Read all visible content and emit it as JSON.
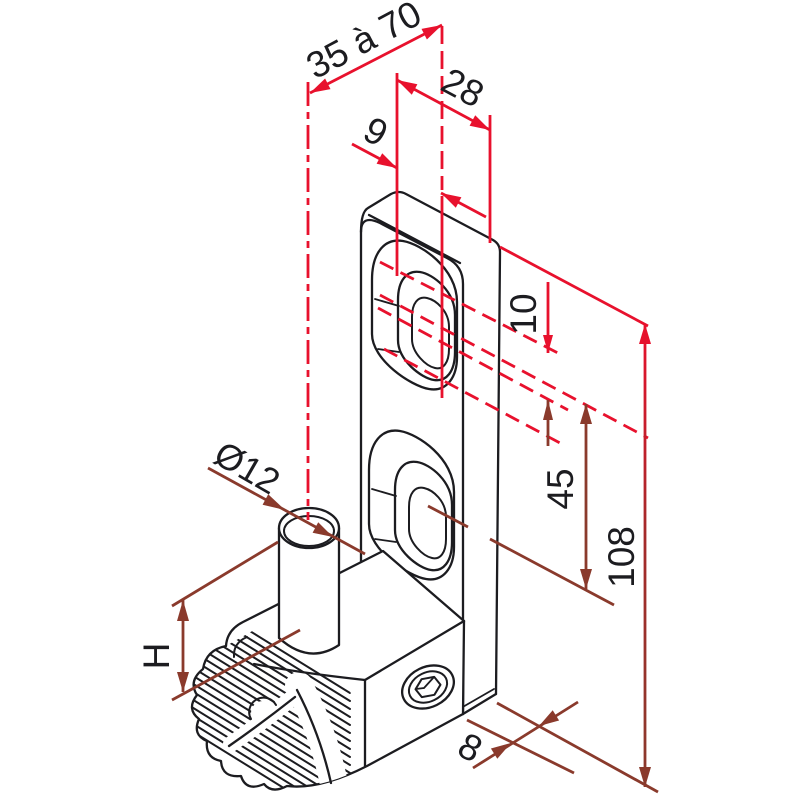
{
  "drawing": {
    "type": "isometric-technical-drawing",
    "part": "adjustable pivot bracket with slotted plate, clamp body, knurled nose and pin",
    "dimensions": {
      "adjust_range": "35 à 70",
      "hole_offset_top": "28",
      "slot_edge_offset": "9",
      "slot_width": "10",
      "slot_spacing": "45",
      "total_height": "108",
      "plate_thickness": "8",
      "pin_diameter": "Ø12",
      "pin_height": "H"
    },
    "colors": {
      "dim_red": "#e8112d",
      "dim_dark": "#8a3a2c",
      "line_black": "#1c1c20",
      "background": "#ffffff"
    }
  }
}
